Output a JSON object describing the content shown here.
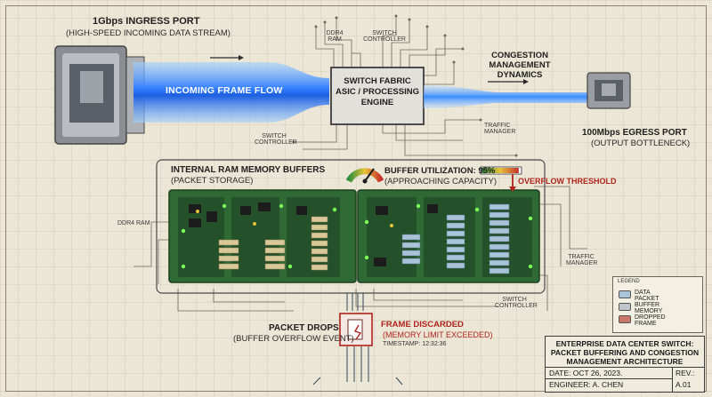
{
  "ingress": {
    "title": "1Gbps INGRESS PORT",
    "subtitle": "(HIGH-SPEED INCOMING DATA STREAM)"
  },
  "flow_label": "INCOMING FRAME FLOW",
  "fabric": {
    "line1": "SWITCH FABRIC",
    "line2": "ASIC / PROCESSING",
    "line3": "ENGINE"
  },
  "top_labels": {
    "ddr4_line1": "DDR4",
    "ddr4_line2": "RAM",
    "switch_line1": "SWITCH",
    "switch_line2": "CONTROLLER"
  },
  "congestion": {
    "line1": "CONGESTION",
    "line2": "MANAGEMENT",
    "line3": "DYNAMICS"
  },
  "egress": {
    "title": "100Mbps EGRESS PORT",
    "subtitle": "(OUTPUT BOTTLENECK)"
  },
  "side_labels": {
    "traffic_manager_line1": "TRAFFIC",
    "traffic_manager_line2": "MANAGER",
    "switch_controller_line1": "SWITCH",
    "switch_controller_line2": "CONTROLLER",
    "ddr4_ram": "DDR4 RAM"
  },
  "memory": {
    "title": "INTERNAL RAM MEMORY BUFFERS",
    "subtitle": "(PACKET STORAGE)"
  },
  "utilization": {
    "title": "BUFFER UTILIZATION: 95%",
    "subtitle": "(APPROACHING CAPACITY)",
    "value_percent": 95
  },
  "overflow_label": "OVERFLOW THRESHOLD",
  "drops": {
    "title": "PACKET DROPS",
    "subtitle": "(BUFFER OVERFLOW EVENT)"
  },
  "discard": {
    "title": "FRAME DISCARDED",
    "subtitle": "(MEMORY LIMIT EXCEEDED)",
    "timestamp": "TIMESTAMP: 12:32:36"
  },
  "legend": {
    "title": "LEGEND",
    "items": [
      {
        "label": "DATA PACKET",
        "color": "#a9c4d8"
      },
      {
        "label": "BUFFER MEMORY",
        "color": "#bfc6cc"
      },
      {
        "label": "DROPPED FRAME",
        "color": "#c9776a"
      }
    ]
  },
  "title_block": {
    "line1": "ENTERPRISE DATA CENTER SWITCH:",
    "line2": "PACKET BUFFERING AND CONGESTION",
    "line3": "MANAGEMENT ARCHITECTURE",
    "date": "DATE: OCT 26, 2023.",
    "engineer": "ENGINEER: A. CHEN",
    "rev_label": "REV.:",
    "rev_value": "A.01"
  },
  "colors": {
    "accent_blue": "#2f7bff",
    "board_green": "#2f6a35",
    "alert_red": "#b0241c"
  }
}
